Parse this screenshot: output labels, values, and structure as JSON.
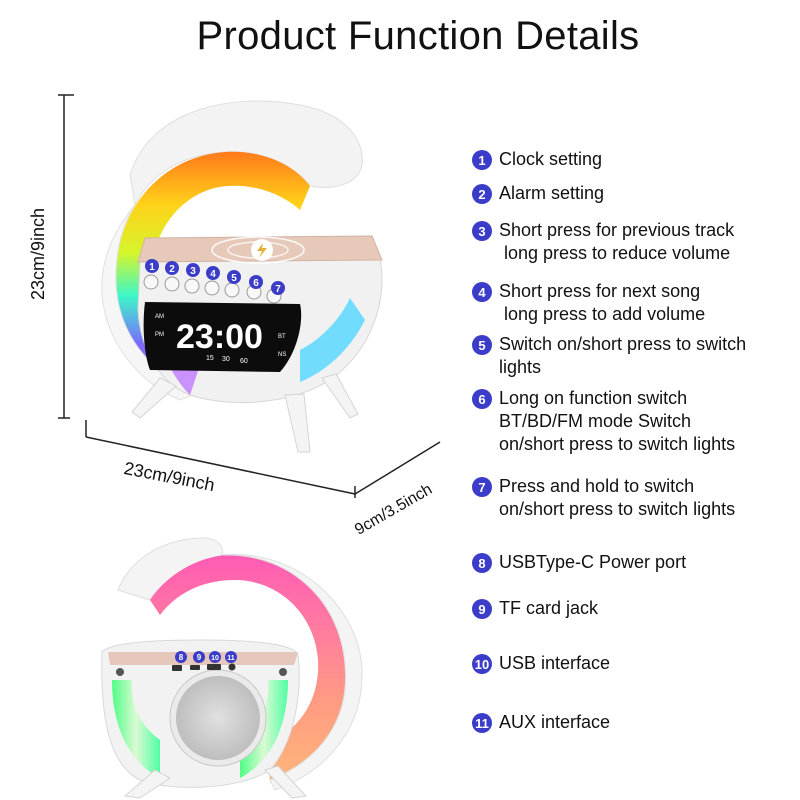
{
  "title": "Product Function Details",
  "dimensions": {
    "height": "23cm/9inch",
    "width": "23cm/9inch",
    "depth": "9cm/3.5inch"
  },
  "display": {
    "time": "23:00",
    "am": "AM",
    "pm": "PM",
    "bt": "BT",
    "ns": "NS",
    "ticks": [
      "15",
      "30",
      "60"
    ]
  },
  "front_buttons": [
    "1",
    "2",
    "3",
    "4",
    "5",
    "6",
    "7"
  ],
  "back_ports": [
    "8",
    "9",
    "10",
    "11"
  ],
  "features": [
    {
      "num": "1",
      "lines": [
        "Clock setting"
      ]
    },
    {
      "num": "2",
      "lines": [
        "Alarm setting"
      ]
    },
    {
      "num": "3",
      "lines": [
        "Short press for previous track",
        " long press to reduce volume"
      ]
    },
    {
      "num": "4",
      "lines": [
        "Short press for next song",
        " long press to add volume"
      ]
    },
    {
      "num": "5",
      "lines": [
        "Switch on/short press to switch",
        "lights"
      ]
    },
    {
      "num": "6",
      "lines": [
        "Long on function switch",
        "BT/BD/FM mode Switch",
        "on/short press to switch lights"
      ]
    },
    {
      "num": "7",
      "lines": [
        "Press and hold to switch",
        "on/short press to switch lights"
      ]
    },
    {
      "num": "8",
      "lines": [
        "USBType-C Power port"
      ]
    },
    {
      "num": "9",
      "lines": [
        "TF card jack"
      ]
    },
    {
      "num": "10",
      "lines": [
        "USB interface"
      ]
    },
    {
      "num": "11",
      "lines": [
        "AUX interface"
      ]
    }
  ],
  "colors": {
    "badge": "#3b3dc8",
    "body": "#f4f4f4",
    "display": "#0c0c0c"
  }
}
